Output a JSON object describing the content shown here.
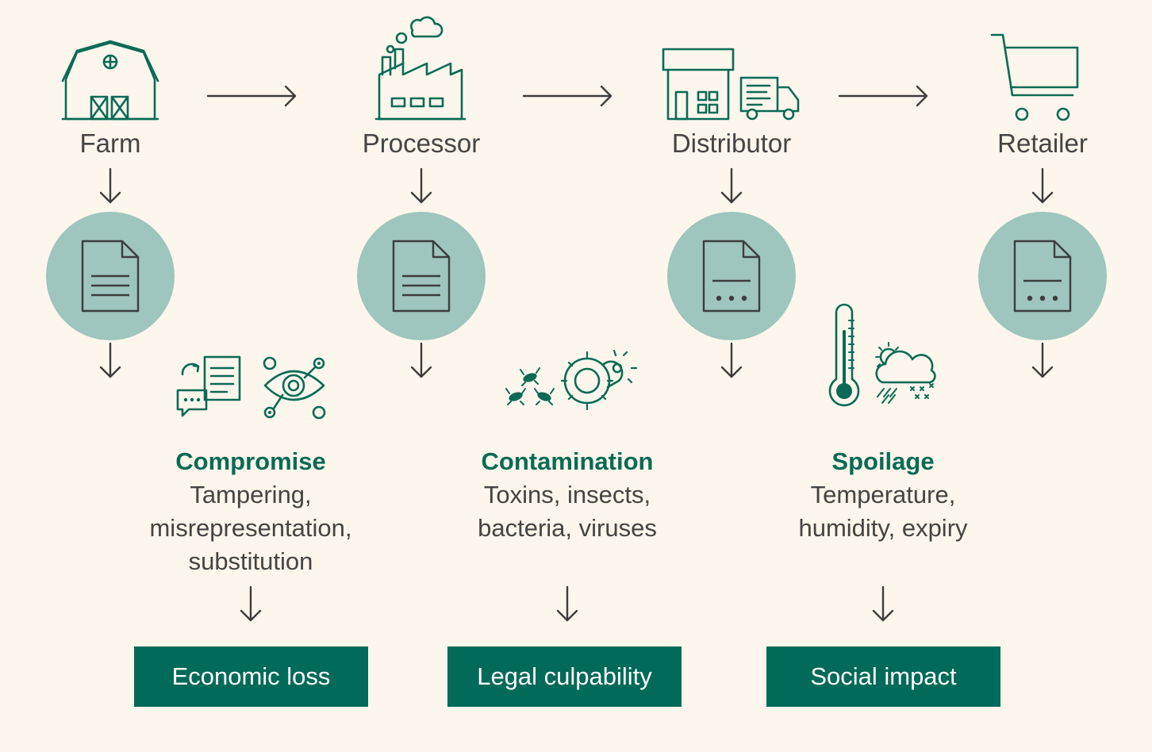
{
  "stages": [
    {
      "label": "Farm",
      "icon": "barn-icon"
    },
    {
      "label": "Processor",
      "icon": "factory-icon"
    },
    {
      "label": "Distributor",
      "icon": "warehouse-truck-icon"
    },
    {
      "label": "Retailer",
      "icon": "shopping-cart-icon"
    }
  ],
  "risks": [
    {
      "title": "Compromise",
      "lines": [
        "Tampering,",
        "misrepresentation,",
        "substitution"
      ],
      "outcome": "Economic loss"
    },
    {
      "title": "Contamination",
      "lines": [
        "Toxins, insects,",
        "bacteria, viruses"
      ],
      "outcome": "Legal culpability"
    },
    {
      "title": "Spoilage",
      "lines": [
        "Temperature,",
        "humidity, expiry"
      ],
      "outcome": "Social impact"
    }
  ],
  "colors": {
    "background": "#fcf6ec",
    "accent": "#0a6a56",
    "outcome_box": "#016a58",
    "doc_circle": "#9ec5be",
    "text": "#444444"
  }
}
